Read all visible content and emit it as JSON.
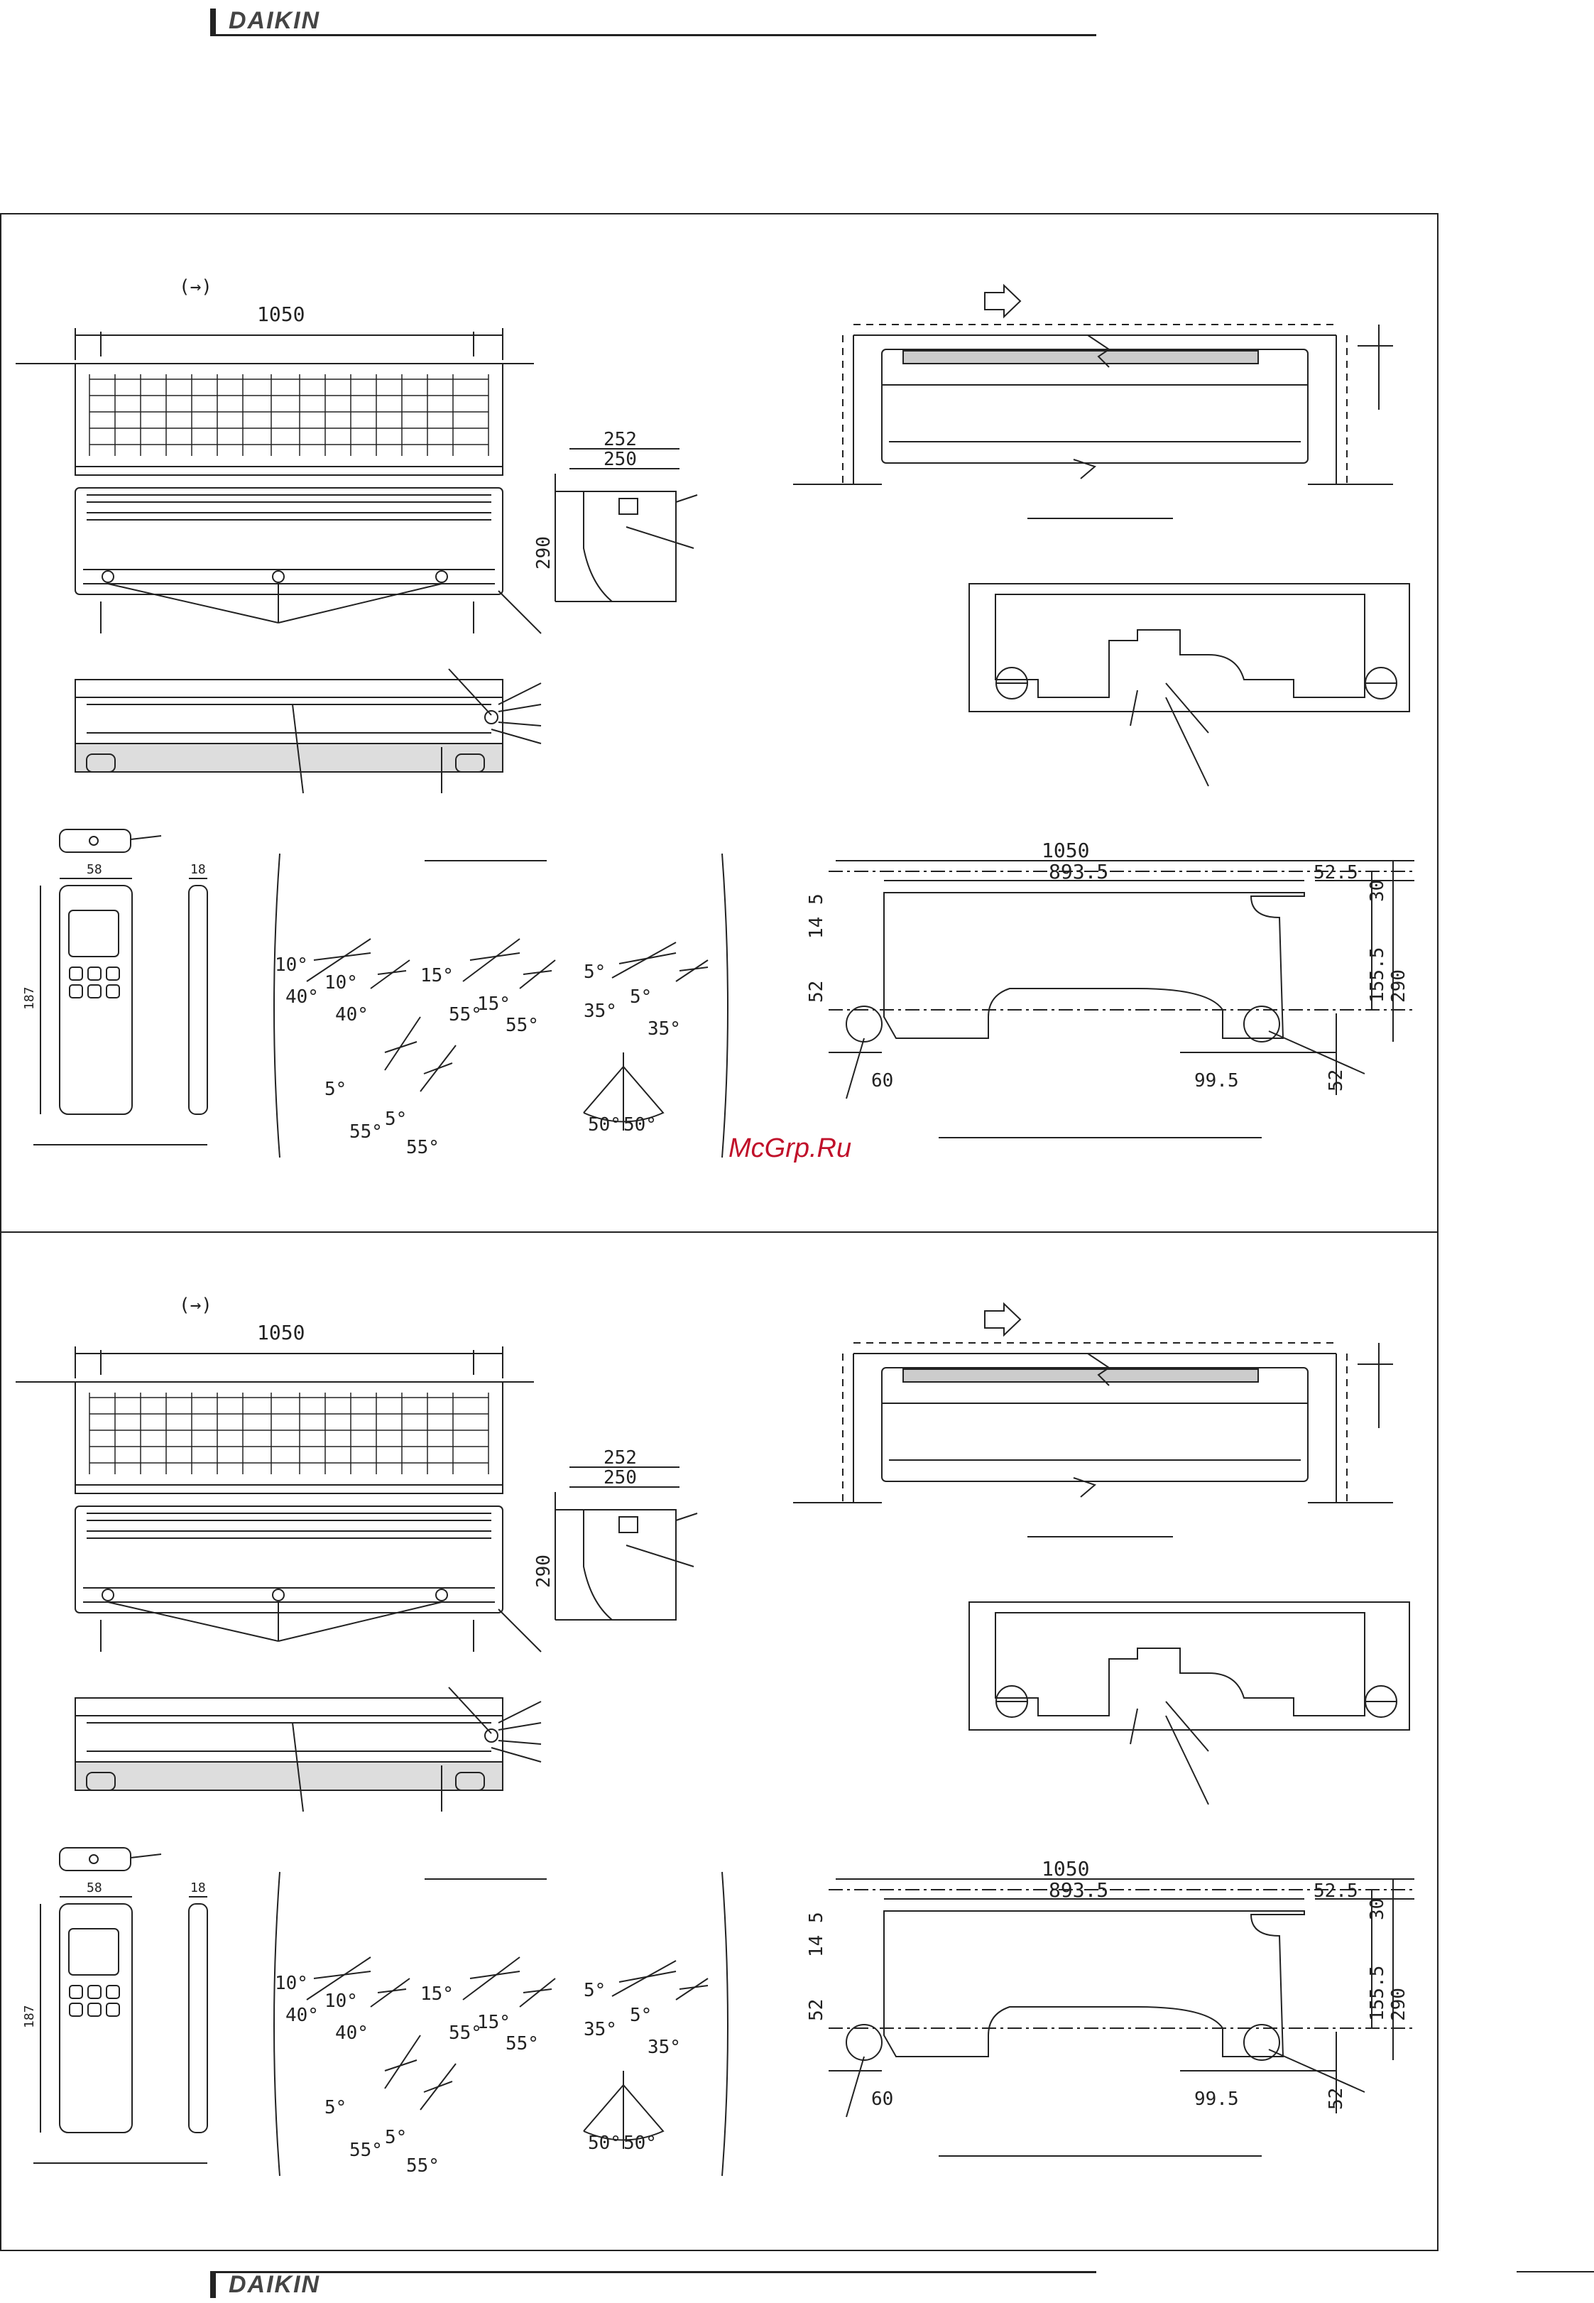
{
  "header": {
    "brand": "DAIKIN"
  },
  "footer": {
    "brand": "DAIKIN"
  },
  "watermark": "McGrp.Ru",
  "drawings": [
    {
      "arrow_note": "(→)",
      "front_width": "1050",
      "side_depth_outer": "252",
      "side_depth_inner": "250",
      "side_height": "290",
      "remote_width": "58",
      "remote_height": "187",
      "remote_thickness": "18",
      "angles": {
        "a1": "10°",
        "a2": "40°",
        "a3": "10°",
        "a4": "40°",
        "b1": "15°",
        "b2": "55°",
        "b3": "15°",
        "b4": "55°",
        "c1": "5°",
        "c2": "35°",
        "c3": "5°",
        "c4": "35°",
        "d1": "5°",
        "d2": "55°",
        "d3": "5°",
        "d4": "55°",
        "e1": "50°",
        "e2": "50°"
      },
      "plate": {
        "width": "1050",
        "inner": "893.5",
        "right": "52.5",
        "top": "5",
        "d14": "14",
        "d52": "52",
        "d60": "60",
        "d995": "99.5",
        "d52b": "52",
        "d30": "30",
        "d1555": "155.5",
        "d290": "290"
      }
    },
    {
      "arrow_note": "(→)",
      "front_width": "1050",
      "side_depth_outer": "252",
      "side_depth_inner": "250",
      "side_height": "290",
      "remote_width": "58",
      "remote_height": "187",
      "remote_thickness": "18",
      "angles": {
        "a1": "10°",
        "a2": "40°",
        "a3": "10°",
        "a4": "40°",
        "b1": "15°",
        "b2": "55°",
        "b3": "15°",
        "b4": "55°",
        "c1": "5°",
        "c2": "35°",
        "c3": "5°",
        "c4": "35°",
        "d1": "5°",
        "d2": "55°",
        "d3": "5°",
        "d4": "55°",
        "e1": "50°",
        "e2": "50°"
      },
      "plate": {
        "width": "1050",
        "inner": "893.5",
        "right": "52.5",
        "top": "5",
        "d14": "14",
        "d52": "52",
        "d60": "60",
        "d995": "99.5",
        "d52b": "52",
        "d30": "30",
        "d1555": "155.5",
        "d290": "290"
      }
    }
  ]
}
